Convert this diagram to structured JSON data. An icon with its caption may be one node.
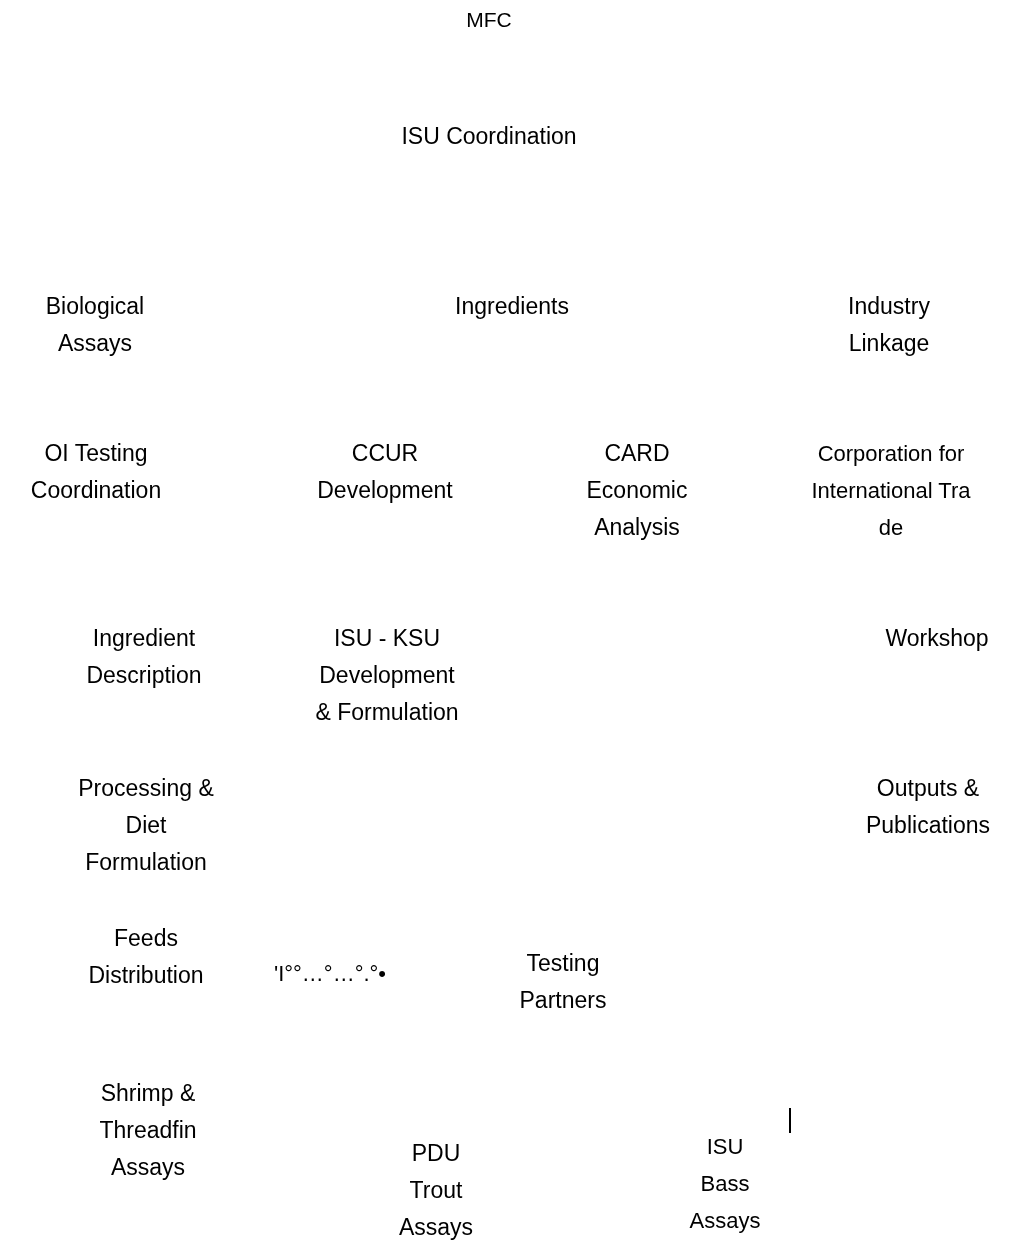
{
  "diagram": {
    "title": "MFC",
    "labels": [
      "ISU Coordination",
      "Biological Assays",
      "Ingredients",
      "Industry Linkage",
      "OI Testing Coordination",
      "CCUR Development",
      "CARD Economic Analysis",
      "Corporation for International Tra de",
      "Ingredient Description",
      "ISU - KSU Development & Formulation",
      "Workshop",
      "Processing & Diet Formulation",
      "Outputs & Publications",
      "Feeds Distribution",
      "'I°°…°…°.°•",
      "Testing Partners",
      "Shrimp & Threadfin Assays",
      "PDU Trout Assays",
      "ISU Bass Assays"
    ]
  }
}
